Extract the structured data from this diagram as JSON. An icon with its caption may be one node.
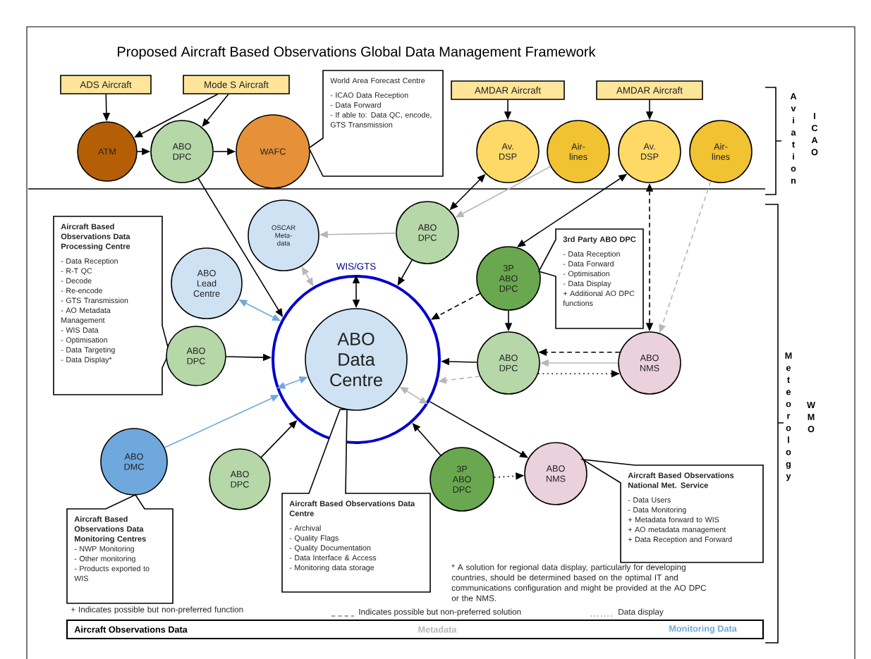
{
  "diagram": {
    "title": "Proposed Aircraft Based Observations Global Data Management Framework",
    "nodes": [
      {
        "text": [
          "ADS Aircraft"
        ]
      },
      {
        "text": [
          "Mode S Aircraft"
        ]
      },
      {
        "text": [
          "ATM"
        ]
      },
      {
        "text": [
          "ABO DPC"
        ]
      },
      {
        "text": [
          "WAFC"
        ]
      },
      {
        "text": [
          "World Area Forecast Centre",
          "- ICAO Data Reception",
          "- Data Forward",
          "- If able to: Data QC, encode, GTS Transmission"
        ]
      },
      {
        "text": [
          "AMDAR Aircraft"
        ]
      },
      {
        "text": [
          "AMDAR Aircraft"
        ]
      },
      {
        "text": [
          "Av. DSP"
        ]
      },
      {
        "text": [
          "Air-lines"
        ]
      },
      {
        "text": [
          "Av. DSP"
        ]
      },
      {
        "text": [
          "Air-lines"
        ]
      },
      {
        "text": [
          "Aircraft Based Observations Data Processing Centre",
          "- Data Reception",
          "- R-T QC",
          "- Decode",
          "- Re-encode",
          "- GTS Transmission",
          "- AO Metadata Management",
          "- WIS Data",
          "- Optimisation",
          "- Data Targeting",
          "- Data Display*"
        ]
      },
      {
        "text": [
          "OSCAR Meta-data"
        ]
      },
      {
        "text": [
          "ABO DPC"
        ]
      },
      {
        "text": [
          "ABO Lead Centre"
        ]
      },
      {
        "text": [
          "3P ABO DPC"
        ]
      },
      {
        "text": [
          "3rd Party ABO DPC",
          "- Data Reception",
          "- Data Forward",
          "- Optimisation",
          "- Data Display",
          "+ Additional AO DPC functions"
        ]
      },
      {
        "text": [
          "ABO DPC"
        ]
      },
      {
        "text": [
          "WIS/GTS"
        ]
      },
      {
        "text": [
          "ABO Data Centre"
        ],
        "in": 19
      },
      {
        "text": [
          "ABO DPC"
        ]
      },
      {
        "text": [
          "ABO NMS"
        ]
      },
      {
        "text": [
          "ABO DMC"
        ]
      },
      {
        "text": [
          "ABO DPC"
        ]
      },
      {
        "text": [
          "Aircraft Based Observations Data Centre",
          "- Archival",
          "- Quality Flags",
          "- Quality Documentation",
          "- Data Interface & Access",
          "- Monitoring data storage"
        ]
      },
      {
        "text": [
          "3P ABO DPC"
        ]
      },
      {
        "text": [
          "ABO NMS"
        ]
      },
      {
        "text": [
          "Aircraft Based Observations National Met. Service",
          "- Data Users",
          "- Data Monitoring",
          "+ Metadata forward to WIS",
          "+ AO metadata management",
          "+ Data Reception and Forward"
        ]
      },
      {
        "text": [
          "Aircraft Based Observations Data Monitoring Centres",
          "- NWP Monitoring",
          "- Other monitoring",
          "- Products exported to WIS"
        ]
      }
    ],
    "edges": [
      {
        "from": 0,
        "to": 2,
        "arrow": "to"
      },
      {
        "from": 1,
        "to": 2,
        "arrow": "to"
      },
      {
        "from": 1,
        "to": 3,
        "arrow": "to"
      },
      {
        "from": 2,
        "to": 3,
        "arrow": "to"
      },
      {
        "from": 3,
        "to": 4,
        "arrow": "to"
      },
      {
        "from": 6,
        "to": 8,
        "arrow": "to"
      },
      {
        "from": 7,
        "to": 10,
        "arrow": "to"
      },
      {
        "from": 3,
        "to": 19,
        "arrow": "to"
      },
      {
        "from": 8,
        "to": 14,
        "arrow": "both"
      },
      {
        "from": 9,
        "to": 14,
        "arrow": "to",
        "color": "#b7b7b7"
      },
      {
        "from": 10,
        "to": 16,
        "arrow": "both"
      },
      {
        "from": 22,
        "to": 10,
        "arrow": "both",
        "style": "dashed"
      },
      {
        "from": 11,
        "to": 22,
        "arrow": "to",
        "style": "dashed",
        "color": "#b7b7b7"
      },
      {
        "from": 14,
        "to": 13,
        "arrow": "to",
        "color": "#b7b7b7"
      },
      {
        "from": 14,
        "to": 19,
        "arrow": "to"
      },
      {
        "from": 19,
        "to": 20,
        "arrow": "both"
      },
      {
        "from": 13,
        "to": 19,
        "arrow": "both",
        "color": "#b7b7b7"
      },
      {
        "from": 15,
        "to": 19,
        "arrow": "both",
        "color": "#6fa8dc"
      },
      {
        "from": 18,
        "to": 19,
        "arrow": "to"
      },
      {
        "from": 23,
        "to": 19,
        "arrow": "to",
        "color": "#6fa8dc"
      },
      {
        "from": 19,
        "to": 20,
        "arrow": "both",
        "color": "#6fa8dc"
      },
      {
        "from": 16,
        "to": 19,
        "arrow": "to",
        "style": "dashed"
      },
      {
        "from": 16,
        "to": 21,
        "arrow": "to"
      },
      {
        "from": 22,
        "to": 21,
        "arrow": "to",
        "style": "dashed"
      },
      {
        "from": 22,
        "to": 21,
        "arrow": "to",
        "color": "#b7b7b7"
      },
      {
        "from": 21,
        "to": 19,
        "arrow": "to"
      },
      {
        "from": 21,
        "to": 22,
        "arrow": "to",
        "style": "dashed"
      },
      {
        "from": 21,
        "to": 19,
        "arrow": "to",
        "style": "dashed",
        "color": "#b7b7b7"
      },
      {
        "from": 19,
        "to": 20,
        "arrow": "both",
        "color": "#b7b7b7"
      },
      {
        "from": 24,
        "to": 19,
        "arrow": "to"
      },
      {
        "from": 26,
        "to": 19,
        "arrow": "to"
      },
      {
        "from": 19,
        "to": 27,
        "arrow": "to"
      },
      {
        "from": 26,
        "to": 27,
        "arrow": "to",
        "style": "dashed"
      }
    ],
    "labels": [
      "Aviation",
      "ICAO",
      "Meteorology",
      "WMO",
      "* A solution for regional data display, particularly for developing countries, should be determined based on the optimal IT and communications configuration and might be provided at the AO DPC or the NMS.",
      "+ Indicates possible but non-preferred function"
    ],
    "legend": [
      {
        "text": "Indicates possible but non-preferred solution"
      },
      {
        "text": "Data display"
      },
      {
        "text": "Aircraft Observations Data",
        "color": "#000000"
      },
      {
        "text": "Metadata",
        "color": "#b7b7b7"
      },
      {
        "text": "Monitoring Data",
        "color": "#6fa8dc"
      }
    ]
  }
}
